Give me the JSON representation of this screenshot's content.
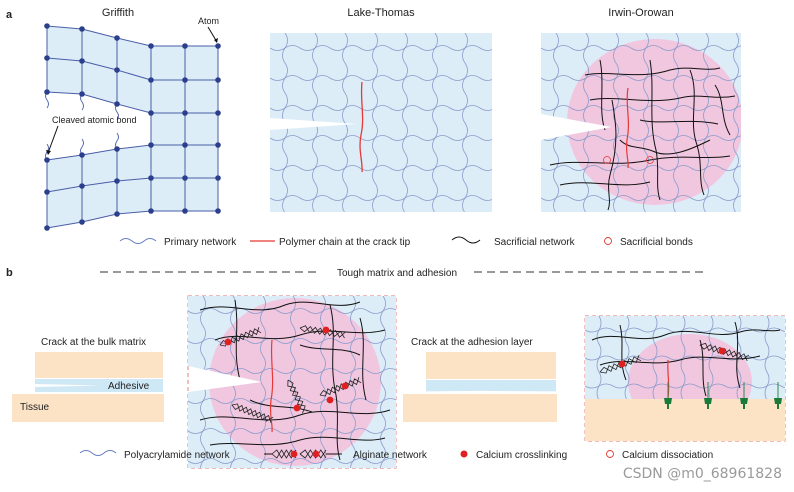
{
  "panel_a": {
    "label": "a",
    "titles": {
      "griffith": "Griffith",
      "lake_thomas": "Lake-Thomas",
      "irwin_orowan": "Irwin-Orowan"
    },
    "annotations": {
      "atom": "Atom",
      "cleaved_bond": "Cleaved atomic bond"
    },
    "legend": {
      "primary_network": "Primary network",
      "polymer_chain": "Polymer chain at the crack tip",
      "sacrificial_network": "Sacrificial network",
      "sacrificial_bonds": "Sacrificial bonds"
    }
  },
  "panel_b": {
    "label": "b",
    "section_title": "Tough matrix and adhesion",
    "labels": {
      "crack_bulk": "Crack at the bulk matrix",
      "adhesive": "Adhesive",
      "tissue": "Tissue",
      "crack_adhesion": "Crack at the adhesion layer"
    },
    "legend": {
      "polyacrylamide": "Polyacrylamide network",
      "alginate": "Alginate network",
      "calcium_crosslinking": "Calcium crosslinking",
      "calcium_dissociation": "Calcium dissociation"
    }
  },
  "watermark": "CSDN @m0_68961828",
  "colors": {
    "network_fill": "#dcedf8",
    "network_line": "#8c9ccc",
    "atom": "#2c3f8c",
    "bond": "#4a5ea8",
    "pink_zone": "#f1c6df",
    "crack_red": "#e53935",
    "calcium": "#e02020",
    "tissue": "#fce3c6",
    "adhesive": "#cfe8f5",
    "green_anchor": "#1a7a3a"
  }
}
